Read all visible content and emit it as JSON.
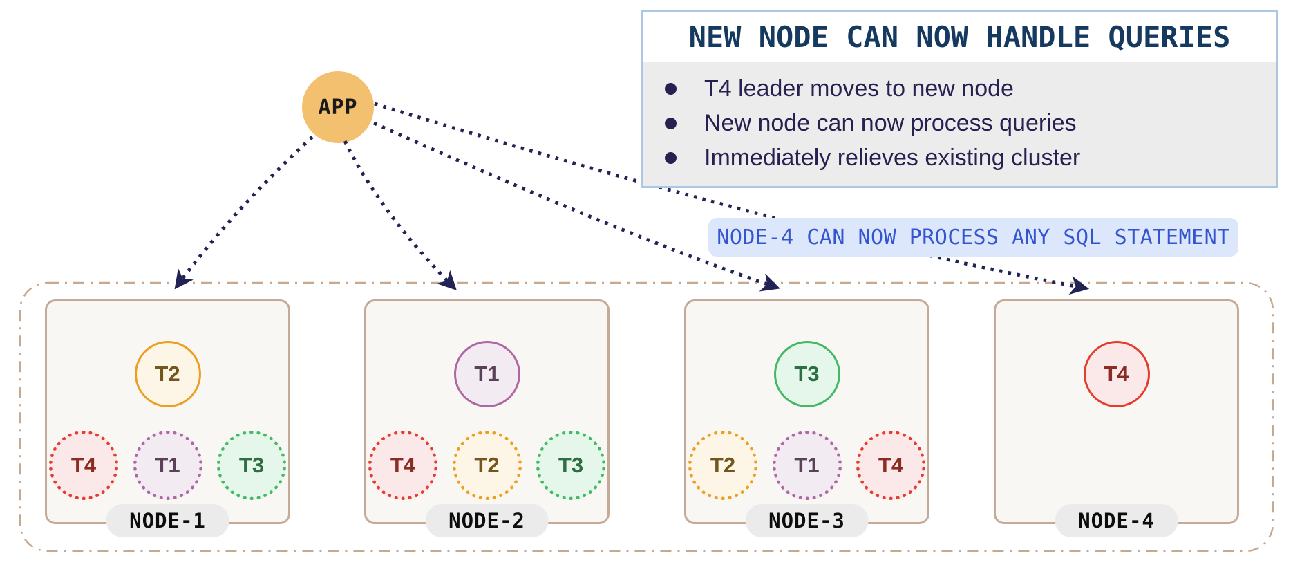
{
  "app": {
    "label": "APP"
  },
  "info_box": {
    "title": "NEW NODE CAN NOW HANDLE QUERIES",
    "bullets": [
      "T4 leader moves to new node",
      "New node can now process queries",
      "Immediately relieves existing cluster"
    ]
  },
  "callout": {
    "text": "NODE-4 CAN NOW PROCESS ANY SQL STATEMENT"
  },
  "colors": {
    "arrow": "#232254",
    "app_fill": "#f3c06f",
    "info_border": "#abc8e2",
    "info_body_bg": "#ececec",
    "info_title_text": "#16395f",
    "bullet_text": "#262150",
    "callout_bg": "#dde7fb",
    "callout_text": "#3355cf",
    "node_border": "#c5ab97",
    "node_bg": "#f9f7f4",
    "boundary": "#c7a98f",
    "pill_bg": "#ebebeb"
  },
  "palette": {
    "red": {
      "border": "#e23d2e",
      "fill": "#fbe9e9",
      "text": "#8c2b24"
    },
    "plum": {
      "border": "#ae67a2",
      "fill": "#f2ecf2",
      "text": "#5a4158"
    },
    "green": {
      "border": "#45b863",
      "fill": "#e5f7ea",
      "text": "#2d6e43"
    },
    "amber": {
      "border": "#eb9f25",
      "fill": "#fdf5e6",
      "text": "#72561c"
    }
  },
  "cluster": {
    "nodes": [
      {
        "name": "NODE-1",
        "leader": {
          "label": "T2",
          "color": "amber"
        },
        "followers": [
          {
            "label": "T4",
            "color": "red"
          },
          {
            "label": "T1",
            "color": "plum"
          },
          {
            "label": "T3",
            "color": "green"
          }
        ]
      },
      {
        "name": "NODE-2",
        "leader": {
          "label": "T1",
          "color": "plum"
        },
        "followers": [
          {
            "label": "T4",
            "color": "red"
          },
          {
            "label": "T2",
            "color": "amber"
          },
          {
            "label": "T3",
            "color": "green"
          }
        ]
      },
      {
        "name": "NODE-3",
        "leader": {
          "label": "T3",
          "color": "green"
        },
        "followers": [
          {
            "label": "T2",
            "color": "amber"
          },
          {
            "label": "T1",
            "color": "plum"
          },
          {
            "label": "T4",
            "color": "red"
          }
        ]
      },
      {
        "name": "NODE-4",
        "leader": {
          "label": "T4",
          "color": "red"
        },
        "followers": []
      }
    ]
  }
}
